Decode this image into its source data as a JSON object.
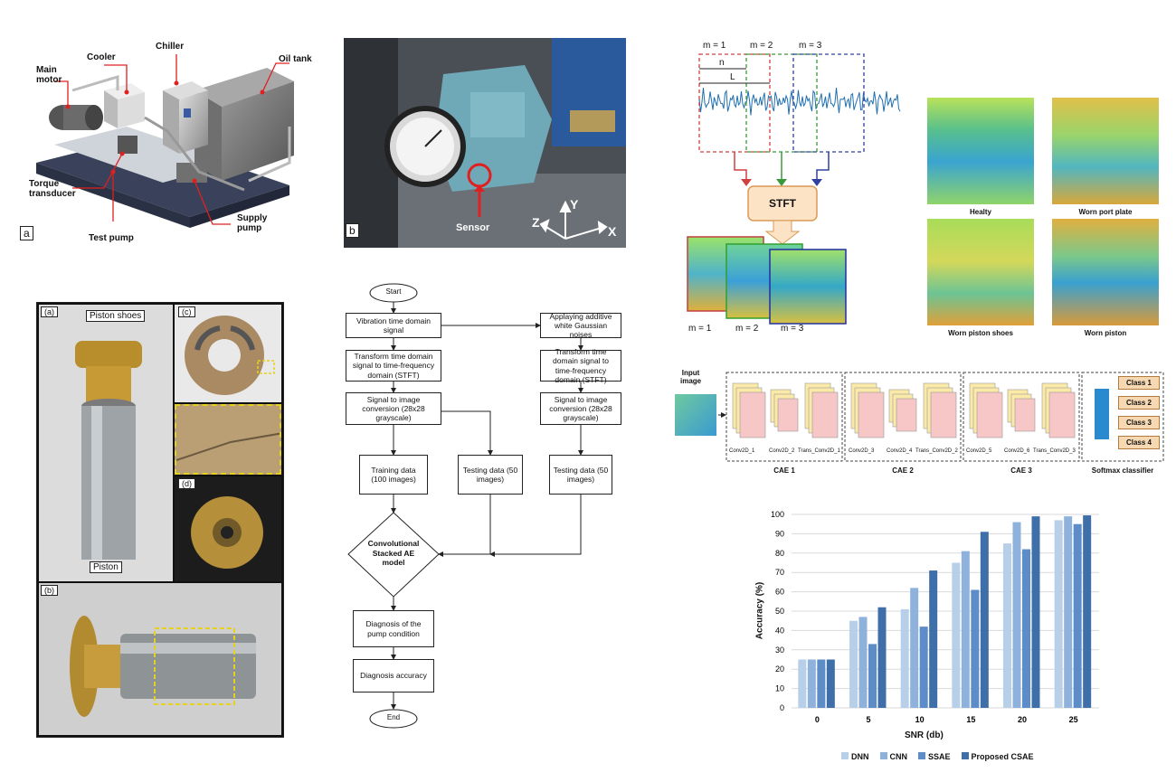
{
  "rig": {
    "panel_label": "a",
    "labels": {
      "main_motor": "Main\nmotor",
      "cooler": "Cooler",
      "chiller": "Chiller",
      "oil_tank": "Oil tank",
      "torque": "Torque\ntransducer",
      "test_pump": "Test pump",
      "supply_pump": "Supply\npump"
    }
  },
  "photo": {
    "panel_label": "b",
    "sensor": "Sensor",
    "axes": [
      "Z",
      "Y",
      "X"
    ]
  },
  "parts": {
    "a": "(a)",
    "b": "(b)",
    "c": "(c)",
    "d": "(d)",
    "piston_shoes": "Piston shoes",
    "piston": "Piston"
  },
  "flow": {
    "start": "Start",
    "end": "End",
    "vib": "Vibration time domain signal",
    "noise": "Applaying additive white Gaussian noises",
    "stft_left": "Transform time domain signal to time-frequency domain (STFT)",
    "stft_right": "Transform time domain signal to time-frequency domain (STFT)",
    "img_left": "Signal to image conversion (28x28 grayscale)",
    "img_right": "Signal to image conversion (28x28 grayscale)",
    "train": "Training data (100 images)",
    "test_mid": "Testing data (50 images)",
    "test_right": "Testing data (50 images)",
    "model": "Convolutional Stacked AE model",
    "diag": "Diagnosis of the pump condition",
    "acc": "Diagnosis accuracy"
  },
  "stft": {
    "m1": "m = 1",
    "m2": "m = 2",
    "m3": "m = 3",
    "n": "n",
    "L": "L",
    "box": "STFT",
    "bm1": "m = 1",
    "bm2": "m = 2",
    "bm3": "m = 3"
  },
  "spectro": {
    "c1": "Healty",
    "c2": "Worn port plate",
    "c3": "Worn piston shoes",
    "c4": "Worn piston"
  },
  "cae": {
    "input": "Input\nimage",
    "layers": [
      "Conv2D_1",
      "Conv2D_2",
      "Trans_Conv2D_1",
      "Conv2D_3",
      "Conv2D_4",
      "Trans_Conv2D_2",
      "Conv2D_5",
      "Conv2D_6",
      "Trans_Conv2D_3"
    ],
    "groups": [
      "CAE 1",
      "CAE 2",
      "CAE 3",
      "Softmax classifier"
    ],
    "classes": [
      "Class 1",
      "Class 2",
      "Class 3",
      "Class 4"
    ]
  },
  "chart_data": {
    "type": "bar",
    "categories": [
      "0",
      "5",
      "10",
      "15",
      "20",
      "25"
    ],
    "series": [
      {
        "name": "DNN",
        "values": [
          25,
          45,
          51,
          75,
          85,
          97
        ]
      },
      {
        "name": "CNN",
        "values": [
          25,
          47,
          62,
          81,
          96,
          99
        ]
      },
      {
        "name": "SSAE",
        "values": [
          25,
          33,
          42,
          61,
          82,
          95
        ]
      },
      {
        "name": "Proposed CSAE",
        "values": [
          25,
          52,
          71,
          91,
          99,
          99.5
        ]
      }
    ],
    "colors": [
      "#b8cfe9",
      "#8fb2dc",
      "#5d8dc8",
      "#3e6fa8"
    ],
    "xlabel": "SNR (db)",
    "ylabel": "Accuracy (%)",
    "ylim": [
      0,
      100
    ],
    "yticks": [
      "0",
      "10",
      "20",
      "30",
      "40",
      "50",
      "60",
      "70",
      "80",
      "90",
      "100"
    ],
    "grid": true,
    "legend": "bottom"
  }
}
